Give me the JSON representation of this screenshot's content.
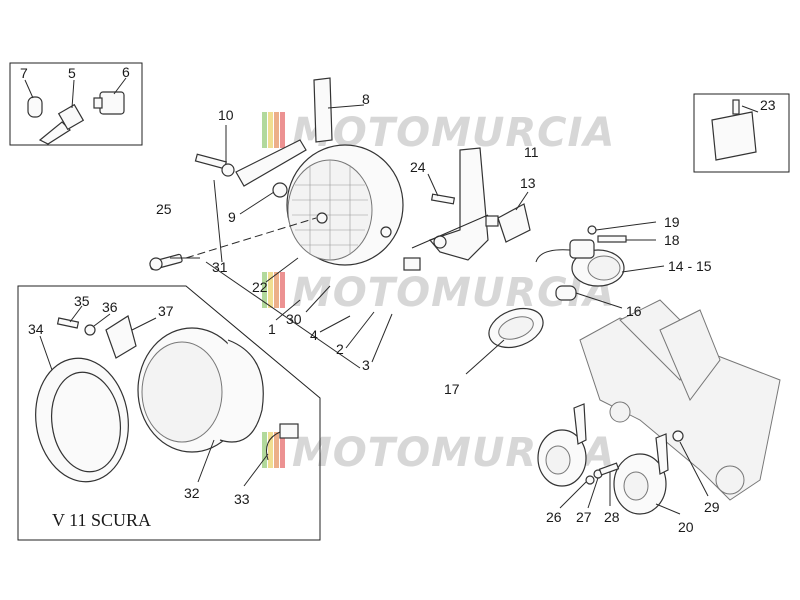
{
  "watermark": {
    "text": "MOTOMURCIA",
    "stripe_colors": [
      "#7fbf5a",
      "#e6c84a",
      "#e07a3a",
      "#e04a4a"
    ]
  },
  "inset_caption": "V 11 SCURA",
  "callouts": [
    "1",
    "2",
    "3",
    "4",
    "5",
    "6",
    "7",
    "8",
    "9",
    "10",
    "11",
    "13",
    "14 - 15",
    "16",
    "17",
    "18",
    "19",
    "20",
    "22",
    "23",
    "24",
    "25",
    "26",
    "27",
    "28",
    "29",
    "30",
    "31",
    "32",
    "33",
    "34",
    "35",
    "36",
    "37"
  ]
}
